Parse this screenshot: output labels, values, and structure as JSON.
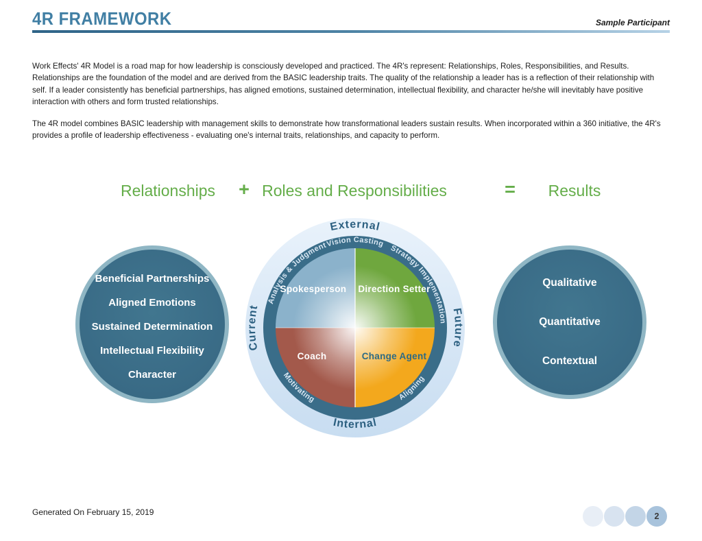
{
  "header": {
    "title": "4R FRAMEWORK",
    "participant": "Sample Participant"
  },
  "intro": {
    "paragraph1": "Work Effects' 4R Model is a road map for how leadership is consciously developed and practiced. The 4R's represent: Relationships, Roles, Responsibilities, and Results. Relationships are the foundation of the model and are derived from the BASIC leadership traits. The quality of the relationship a leader has is a reflection of their relationship with self. If a leader consistently has beneficial partnerships, has aligned emotions, sustained determination, intellectual flexibility, and character he/she will inevitably have positive interaction with others and form trusted relationships.",
    "paragraph2": "The 4R model combines BASIC leadership with management skills to demonstrate how transformational leaders sustain results. When incorporated within a 360 initiative, the 4R's provides a profile of leadership effectiveness - evaluating one's internal traits, relationships, and capacity to perform."
  },
  "equation": {
    "left_label": "Relationships",
    "plus": "+",
    "middle_label": "Roles and Responsibilities",
    "equals": "=",
    "right_label": "Results"
  },
  "relationships_circle": {
    "items": [
      "Beneficial Partnerships",
      "Aligned Emotions",
      "Sustained Determination",
      "Intellectual Flexibility",
      "Character"
    ]
  },
  "wheel": {
    "outer_labels": {
      "top": "External",
      "bottom": "Internal",
      "left": "Current",
      "right": "Future"
    },
    "ring_labels": {
      "top": "Vision Casting",
      "top_left": "Analysis & Judgment",
      "right": "Strategy Implementation",
      "bottom_left": "Motivating",
      "bottom_right": "Aligning"
    },
    "quadrants": [
      {
        "position": "top-left",
        "label": "Spokesperson",
        "color": "#8BB2CB"
      },
      {
        "position": "top-right",
        "label": "Direction Setter",
        "color": "#6FA73E"
      },
      {
        "position": "bottom-left",
        "label": "Coach",
        "color": "#A3594B"
      },
      {
        "position": "bottom-right",
        "label": "Change Agent",
        "color": "#F3A81D"
      }
    ]
  },
  "results_circle": {
    "items": [
      "Qualitative",
      "Quantitative",
      "Contextual"
    ]
  },
  "footer": {
    "generated": "Generated On February 15, 2019",
    "page_number": "2"
  },
  "colors": {
    "title_blue": "#417FA4",
    "heading_green": "#64AD49",
    "circle_fill_teal": "#3A6C87",
    "circle_border": "#8FB6C4",
    "ring_dark": "#3A6D89",
    "ring_light": "#D9E8F6",
    "ring_text_dark": "#2B5F80",
    "pager_dots": [
      "#E8EEF6",
      "#D8E3F0",
      "#C3D5E7",
      "#A8C3DC"
    ]
  }
}
